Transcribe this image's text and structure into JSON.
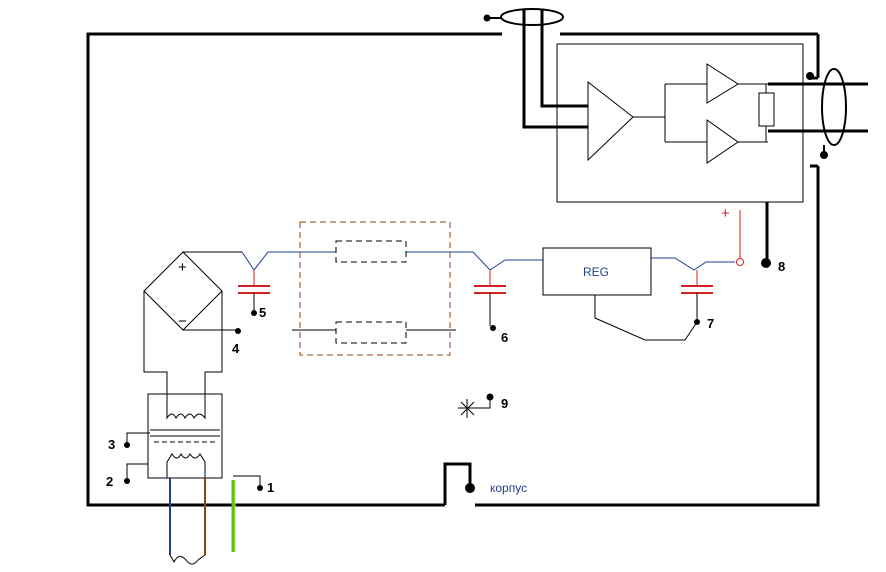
{
  "labels": {
    "n1": "1",
    "n2": "2",
    "n3": "3",
    "n4": "4",
    "n5": "5",
    "n6": "6",
    "n7": "7",
    "n8": "8",
    "n9": "9",
    "reg": "REG",
    "ground": "корпус",
    "bridge_plus": "+",
    "bridge_minus": "−",
    "supply_plus": "+"
  },
  "colors": {
    "enclosure": "#000000",
    "supply_line": "#1f3f8f",
    "capacitor": "#d42020",
    "dashed_box": "#8b4513",
    "wire_blue": "#1f3f8f",
    "wire_brown": "#8b4513",
    "wire_green": "#4cc22e",
    "wire_yellow": "#e6e61a"
  }
}
